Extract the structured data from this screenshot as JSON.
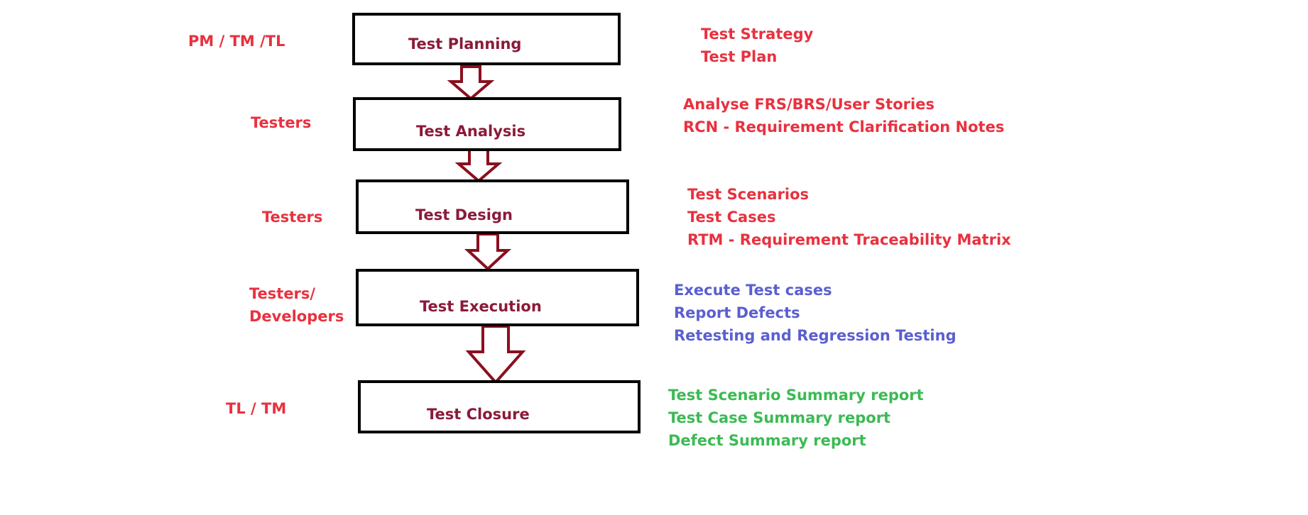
{
  "colors": {
    "box_border": "#000000",
    "stage_title": "#8b1a3a",
    "role": "#e8313f",
    "arrow": "#8b0f1e",
    "notes_red": "#e8313f",
    "notes_blue": "#5a5fd0",
    "notes_green": "#3cba54"
  },
  "stages": [
    {
      "title": "Test Planning",
      "role_lines": [
        "PM / TM /TL"
      ],
      "notes_color": "red",
      "notes": [
        "Test Strategy",
        "Test Plan"
      ]
    },
    {
      "title": "Test Analysis",
      "role_lines": [
        "Testers"
      ],
      "notes_color": "red",
      "notes": [
        "Analyse FRS/BRS/User Stories",
        "RCN - Requirement Clarification Notes"
      ]
    },
    {
      "title": "Test Design",
      "role_lines": [
        "Testers"
      ],
      "notes_color": "red",
      "notes": [
        "Test Scenarios",
        "Test Cases",
        "RTM - Requirement Traceability Matrix"
      ]
    },
    {
      "title": "Test Execution",
      "role_lines": [
        "Testers/",
        "Developers"
      ],
      "notes_color": "blue",
      "notes": [
        "Execute Test cases",
        "Report Defects",
        "Retesting and Regression Testing"
      ]
    },
    {
      "title": "Test Closure",
      "role_lines": [
        "TL / TM"
      ],
      "notes_color": "green",
      "notes": [
        "Test Scenario Summary report",
        "Test Case Summary report",
        "Defect Summary report"
      ]
    }
  ],
  "arrows": [
    {
      "from": "Test Planning",
      "to": "Test Analysis",
      "icon": "down-arrow-icon"
    },
    {
      "from": "Test Analysis",
      "to": "Test Design",
      "icon": "down-arrow-icon"
    },
    {
      "from": "Test Design",
      "to": "Test Execution",
      "icon": "down-arrow-icon"
    },
    {
      "from": "Test Execution",
      "to": "Test Closure",
      "icon": "down-arrow-icon"
    }
  ]
}
